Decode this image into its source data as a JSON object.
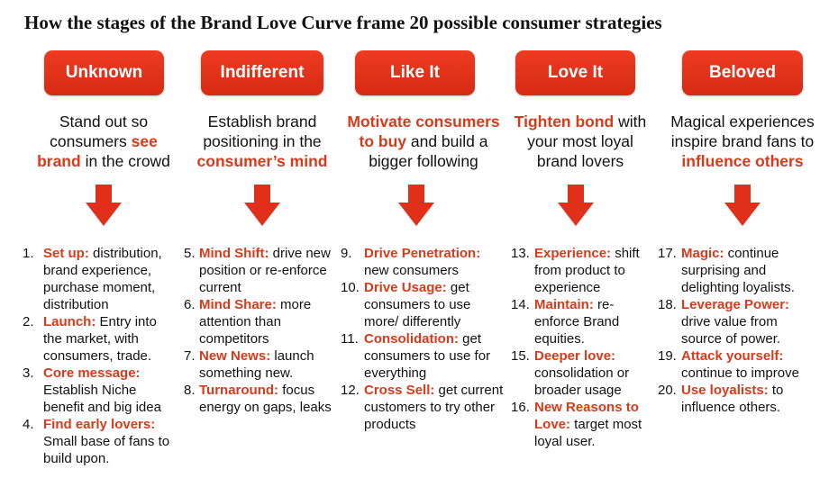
{
  "title": "How the stages of the Brand Love Curve frame 20 possible consumer strategies",
  "colors": {
    "accent": "#d83a1a",
    "button": "#e5341b"
  },
  "stages": [
    {
      "label": "Unknown",
      "desc": [
        "Stand out so consumers ",
        "see brand",
        " in the crowd"
      ],
      "items": [
        {
          "num": "1.",
          "term": "Set up:",
          "text": " distribution, brand experience, purchase moment, distribution"
        },
        {
          "num": "2.",
          "term": "Launch:",
          "text": " Entry into the market, with consumers, trade."
        },
        {
          "num": "3.",
          "term": "Core message:",
          "text": " Establish Niche benefit and big idea"
        },
        {
          "num": "4.",
          "term": "Find early lovers:",
          "text": " Small base of fans to build upon."
        }
      ]
    },
    {
      "label": "Indifferent",
      "desc": [
        "Establish brand positioning in the ",
        "consumer’s mind",
        ""
      ],
      "items": [
        {
          "num": "5.",
          "term": "Mind Shift:",
          "text": " drive new position or re-enforce current"
        },
        {
          "num": "6.",
          "term": "Mind Share:",
          "text": " more attention than competitors"
        },
        {
          "num": "7.",
          "term": "New News:",
          "text": " launch something new."
        },
        {
          "num": "8.",
          "term": "Turnaround:",
          "text": " focus energy on gaps, leaks"
        }
      ]
    },
    {
      "label": "Like It",
      "desc": [
        "",
        "Motivate consumers to buy",
        " and build a bigger following"
      ],
      "items": [
        {
          "num": "9.",
          "term": "Drive Penetration:",
          "text": " new consumers"
        },
        {
          "num": "10.",
          "term": "Drive Usage:",
          "text": " get consumers to use more/ differently"
        },
        {
          "num": "11.",
          "term": "Consolidation:",
          "text": " get consumers to use for everything"
        },
        {
          "num": "12.",
          "term": "Cross Sell:",
          "text": " get current customers to try other products"
        }
      ]
    },
    {
      "label": "Love It",
      "desc": [
        "",
        "Tighten bond",
        " with your most loyal brand lovers"
      ],
      "items": [
        {
          "num": "13.",
          "term": "Experience:",
          "text": " shift from product to experience"
        },
        {
          "num": "14.",
          "term": "Maintain:",
          "text": " re-enforce Brand equities."
        },
        {
          "num": "15.",
          "term": "Deeper love:",
          "text": " consolidation or broader usage"
        },
        {
          "num": "16.",
          "term": "New Reasons to Love:",
          "text": " target most loyal user."
        }
      ]
    },
    {
      "label": "Beloved",
      "desc": [
        "Magical experiences inspire brand fans to ",
        "influence others",
        ""
      ],
      "items": [
        {
          "num": "17.",
          "term": "Magic:",
          "text": " continue surprising and delighting loyalists."
        },
        {
          "num": "18.",
          "term": "Leverage Power:",
          "text": " drive value from source of power."
        },
        {
          "num": "19.",
          "term": "Attack yourself:",
          "text": " continue to improve"
        },
        {
          "num": "20.",
          "term": "Use loyalists:",
          "text": " to influence others."
        }
      ]
    }
  ]
}
